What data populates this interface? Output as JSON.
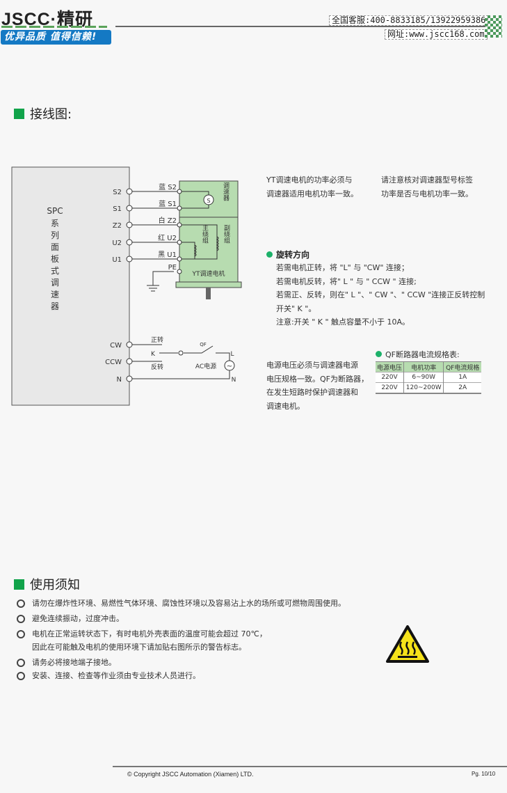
{
  "header": {
    "logo": "JSCC·精研",
    "slogan": "优异品质 值得信赖!",
    "hotline": "全国客服:400-8833185/13922959386",
    "website": "网址:www.jscc168.com"
  },
  "wiring": {
    "title": "接线图:",
    "panel_label": [
      "SPC",
      "系",
      "列",
      "面",
      "板",
      "式",
      "调",
      "速",
      "器"
    ],
    "terminals": [
      "S2",
      "S1",
      "Z2",
      "U2",
      "U1"
    ],
    "wire_labels": [
      "蓝 S2",
      "蓝 S1",
      "白 Z2",
      "红 U2",
      "黑 U1"
    ],
    "pe": "PE",
    "speed_sensor": "调速器",
    "sensor_symbol": "S",
    "main_winding": "主绕组",
    "aux_winding": "副绕组",
    "motor": "YT调速电机",
    "ctrl_terminals": [
      "CW",
      "CCW",
      "N"
    ],
    "forward": "正转",
    "reverse": "反转",
    "switch_k": "K",
    "qf": "QF",
    "ac": "AC电源",
    "l": "L",
    "n": "N",
    "note1": [
      "YT调速电机的功率必须与",
      "调速器适用电机功率一致。"
    ],
    "note2": [
      "请注意核对调速器型号标签",
      "功率是否与电机功率一致。"
    ],
    "rotation_title": "旋转方向",
    "rotation_lines": [
      "若需电机正转，将 \"L\" 与 \"CW\" 连接；",
      "若需电机反转，将\" L \" 与 \" CCW \" 连接;",
      "若需正、反转，则在\" L \"、\" CW \"、\" CCW \"连接正反转控制",
      "开关\" K \"。",
      "注意:开关 \" K \" 触点容量不小于 10A。"
    ],
    "power_note": [
      "电源电压必须与调速器电源",
      "电压规格一致。QF为断路器，",
      "在发生短路时保护调速器和",
      "调速电机。"
    ],
    "table_title": "QF断路器电流规格表:",
    "table": {
      "headers": [
        "电源电压",
        "电机功率",
        "QF电流规格"
      ],
      "rows": [
        [
          "220V",
          "6~90W",
          "1A"
        ],
        [
          "220V",
          "120~200W",
          "2A"
        ]
      ]
    }
  },
  "notice": {
    "title": "使用须知",
    "items": [
      "请勿在爆炸性环境、易燃性气体环境、腐蚀性环境以及容易沾上水的场所或可燃物周围使用。",
      "避免连续振动，过度冲击。",
      "电机在正常运转状态下，有时电机外壳表面的温度可能会超过 70℃，",
      "因此在可能触及电机的使用环境下请加贴右图所示的警告标志。",
      "请务必将接地端子接地。",
      "安装、连接、检查等作业须由专业技术人员进行。"
    ]
  },
  "footer": {
    "copyright": "© Copyright JSCC Automation (Xiamen) LTD.",
    "page": "Pg. 10/10"
  },
  "colors": {
    "green": "#11a34a",
    "motor_fill": "#b7dcb0",
    "blue": "#1479c4"
  }
}
